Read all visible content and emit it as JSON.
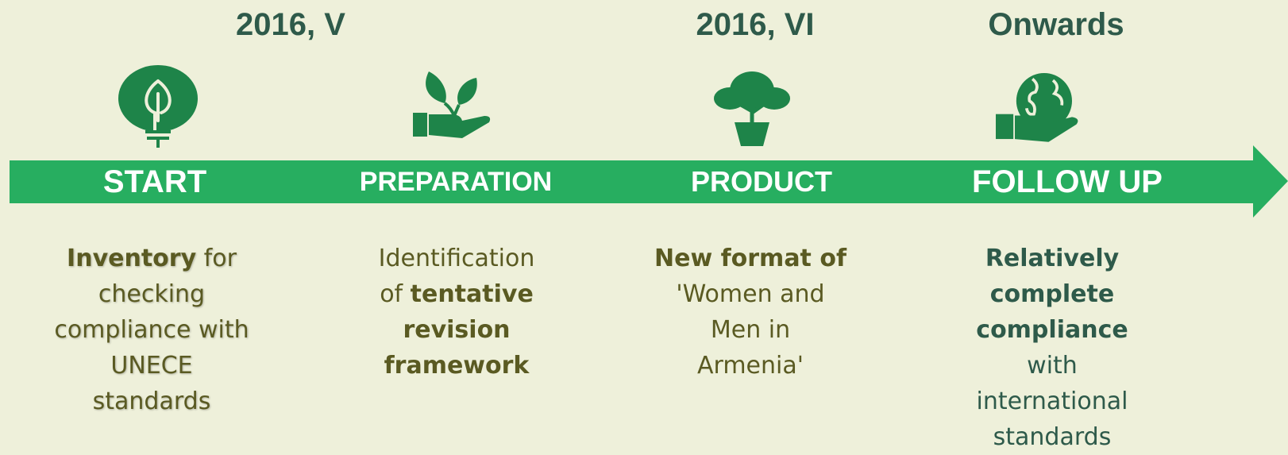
{
  "dates": {
    "start": "2016, V",
    "product": "2016, VI",
    "follow_up": "Onwards"
  },
  "stages": {
    "start": "START",
    "preparation": "PREPARATION",
    "product": "PRODUCT",
    "follow_up": "FOLLOW UP"
  },
  "icons": {
    "start": "leaf-lightbulb-icon",
    "preparation": "hand-seedling-icon",
    "product": "potted-tree-icon",
    "follow_up": "hand-globe-icon"
  },
  "descriptions": {
    "start": {
      "bold": "Inventory",
      "rest1": " for",
      "rest2": "checking",
      "rest3": "compliance with",
      "rest4": "UNECE",
      "rest5": "standards"
    },
    "preparation": {
      "line1": "Identification",
      "line2a": "of ",
      "line2b": "tentative",
      "line3": "revision",
      "line4": "framework"
    },
    "product": {
      "bold": "New format of",
      "line2": "'Women and",
      "line3": "Men in",
      "line4": "Armenia'"
    },
    "follow_up": {
      "bold1": "Relatively",
      "bold2": "complete",
      "bold3": "compliance",
      "line4": "with",
      "line5": "international",
      "line6": "standards"
    }
  },
  "colors": {
    "background": "#eef0da",
    "arrow": "#27ae60",
    "icon": "#1e8449",
    "date_text": "#2e5a4a",
    "desc_text": "#5a5a22"
  }
}
